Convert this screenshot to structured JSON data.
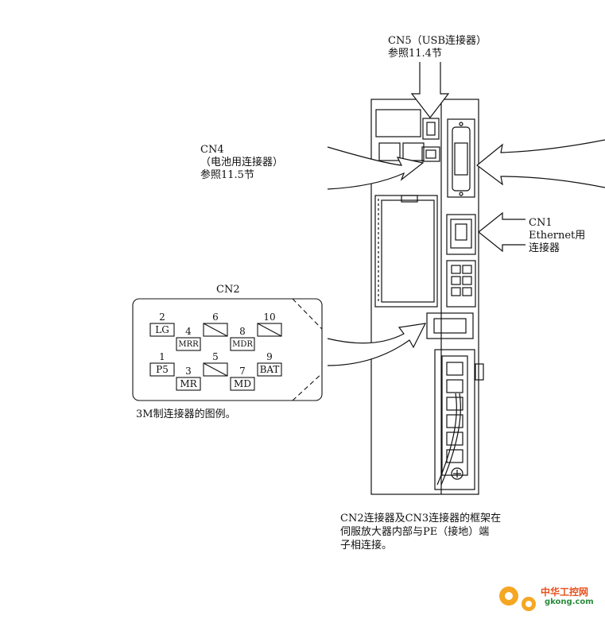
{
  "cn5": {
    "line1": "CN5（USB连接器）",
    "line2": "参照11.4节"
  },
  "cn4": {
    "line1": "CN4",
    "line2": "（电池用连接器）",
    "line3": "参照11.5节"
  },
  "cn1": {
    "line1": "CN1",
    "line2": "Ethernet用",
    "line3": "连接器"
  },
  "cn2": {
    "title": "CN2",
    "pins": [
      {
        "num": "2",
        "sig": "LG"
      },
      {
        "num": "4",
        "sig": "MRR"
      },
      {
        "num": "6",
        "sig": ""
      },
      {
        "num": "8",
        "sig": "MDR"
      },
      {
        "num": "10",
        "sig": ""
      },
      {
        "num": "1",
        "sig": "P5"
      },
      {
        "num": "3",
        "sig": "MR"
      },
      {
        "num": "5",
        "sig": ""
      },
      {
        "num": "7",
        "sig": "MD"
      },
      {
        "num": "9",
        "sig": "BAT"
      }
    ],
    "caption": "3M制连接器的图例。"
  },
  "note": {
    "line1": "CN2连接器及CN3连接器的框架在",
    "line2": "伺服放大器内部与PE（接地）端",
    "line3": "子相连接。"
  },
  "watermark": {
    "name": "中华工控网",
    "url": "gkong.com"
  }
}
